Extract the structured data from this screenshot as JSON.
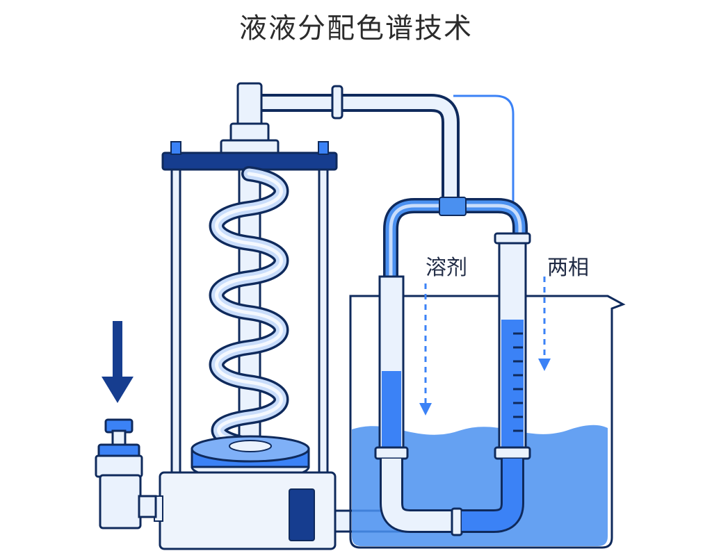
{
  "title": "液液分配色谱技术",
  "labels": {
    "solvent": "溶剂",
    "two_phases": "两相"
  },
  "colors": {
    "outline": "#0f2a5c",
    "dark_blue": "#163d8f",
    "mid_blue": "#3b82f6",
    "light_blue": "#dbeafe",
    "liquid_blue": "#4a90f0",
    "pale_bg": "#eef4fc"
  }
}
